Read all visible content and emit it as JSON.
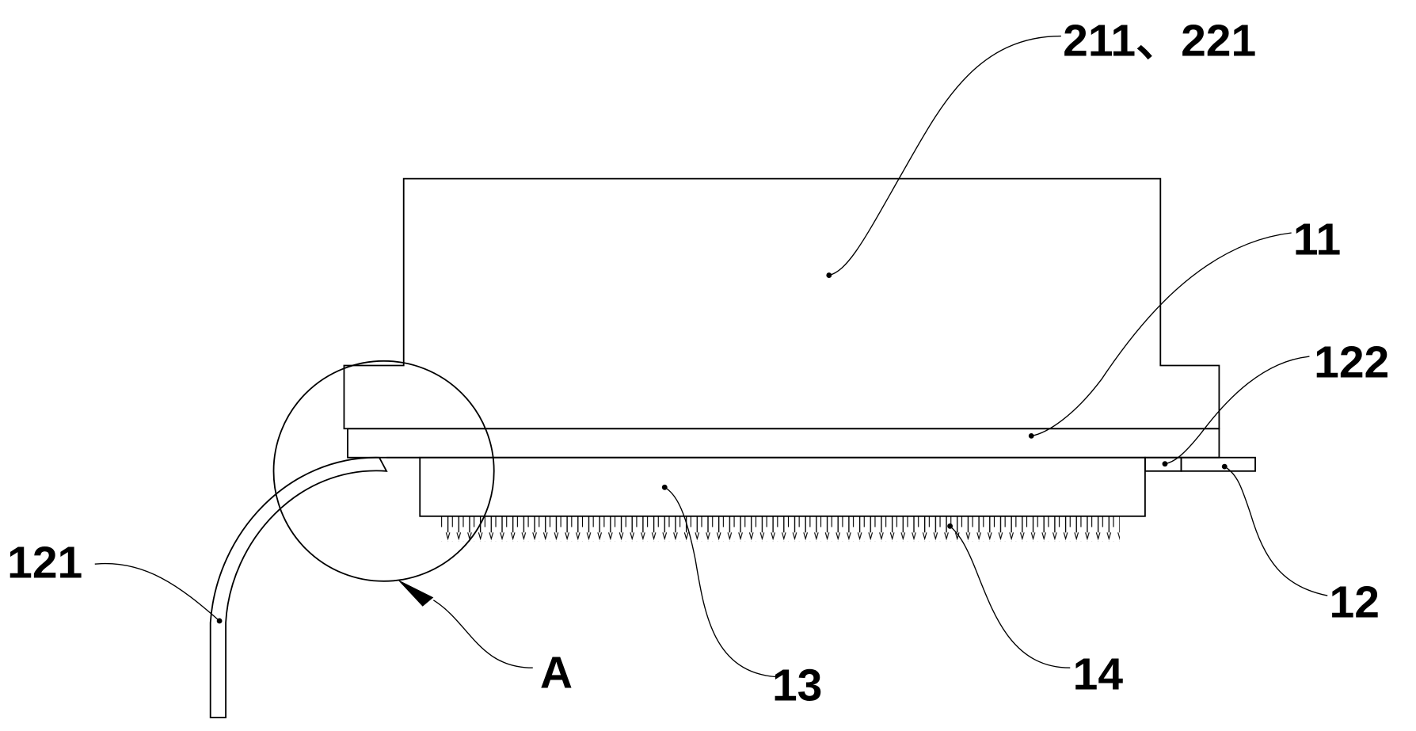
{
  "figure": {
    "labels": {
      "housing": "211、221",
      "layer_11": "11",
      "part_122": "122",
      "part_12": "12",
      "part_14": "14",
      "part_13": "13",
      "detail_A": "A",
      "part_121": "121"
    },
    "colors": {
      "line": "#000000",
      "background": "#ffffff"
    }
  }
}
